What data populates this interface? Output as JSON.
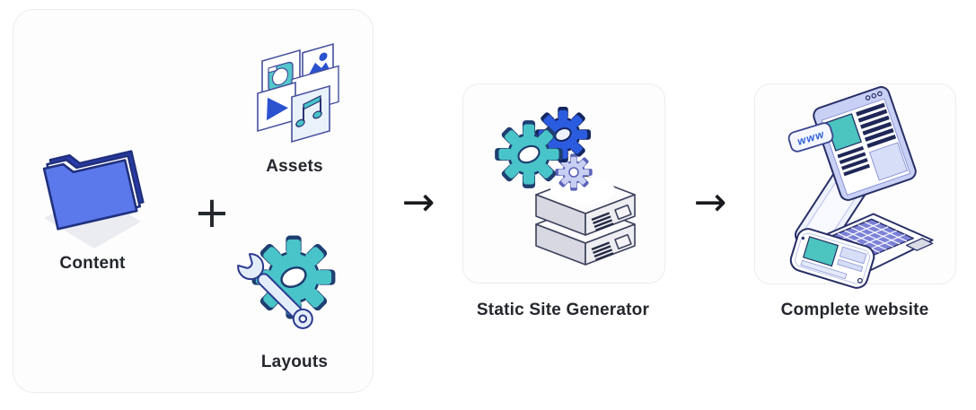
{
  "diagram": {
    "inputs_card": {
      "content": {
        "label": "Content",
        "icon": "folder-icon"
      },
      "assets": {
        "label": "Assets",
        "icon": "media-files-icon"
      },
      "layouts": {
        "label": "Layouts",
        "icon": "wrench-gear-icon"
      },
      "plus_sign": "+"
    },
    "generator_card": {
      "label": "Static Site Generator",
      "icon": "server-gears-icon"
    },
    "website_card": {
      "label": "Complete website",
      "icon": "laptop-phone-icon",
      "browser_tag": "www"
    },
    "arrow_glyph": "→",
    "colors": {
      "page_background": "#ffffff",
      "card_background": "#fdfdfe",
      "card_border": "#ececf1",
      "label_text": "#24272d",
      "folder_blue": "#5b79ea",
      "accent_blue": "#2b5ce0",
      "teal": "#49c5c9",
      "lavender": "#c9d0f5",
      "outline_navy": "#28306b"
    }
  }
}
